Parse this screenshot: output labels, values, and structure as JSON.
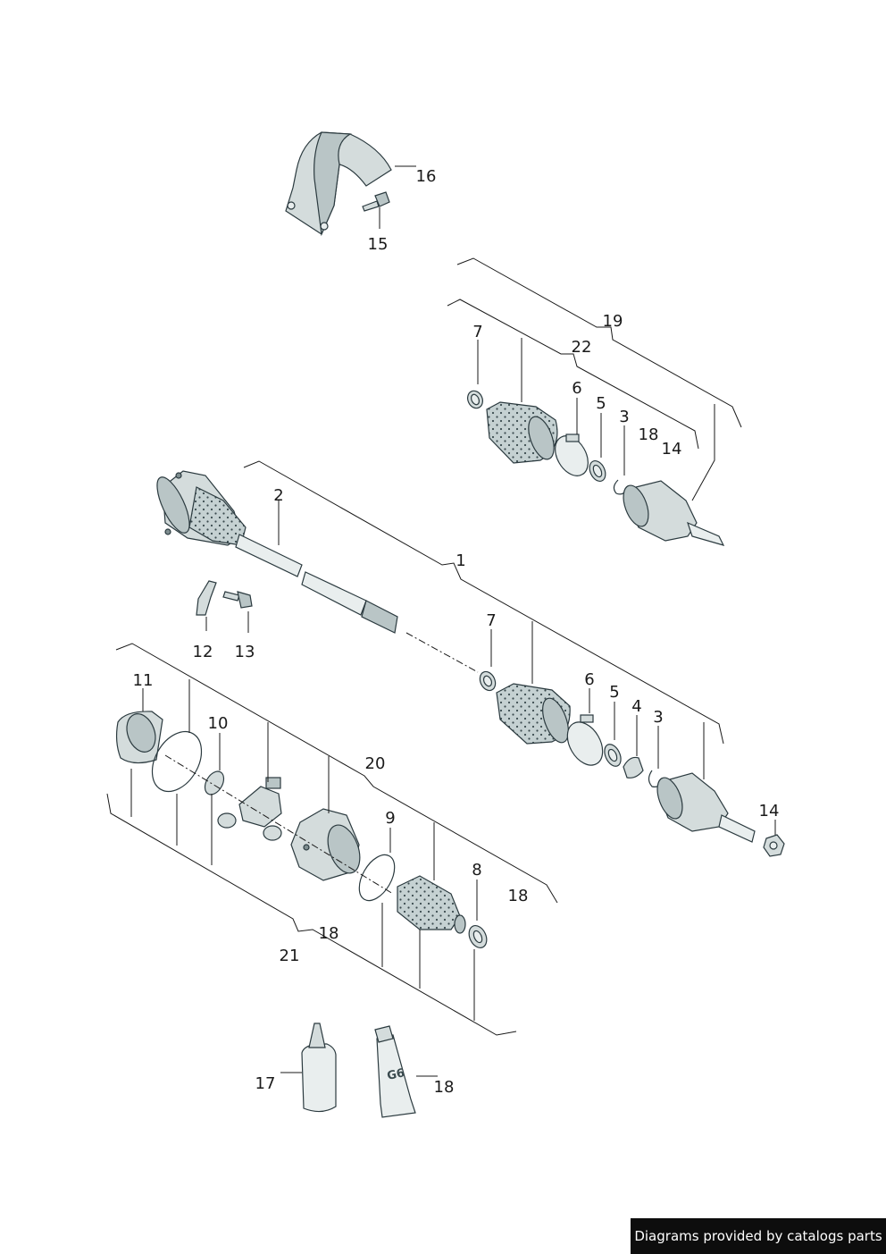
{
  "labels": {
    "l1": "1",
    "l2": "2",
    "l3a": "3",
    "l3b": "3",
    "l4": "4",
    "l5a": "5",
    "l5b": "5",
    "l6a": "6",
    "l6b": "6",
    "l7a": "7",
    "l7b": "7",
    "l8": "8",
    "l9": "9",
    "l10": "10",
    "l11": "11",
    "l12": "12",
    "l13": "13",
    "l14a": "14",
    "l14b": "14",
    "l15": "15",
    "l16": "16",
    "l17": "17",
    "l18a": "18",
    "l18b": "18",
    "l18c": "18",
    "l18d": "18",
    "l19": "19",
    "l20": "20",
    "l21": "21",
    "l22": "22"
  },
  "tube_marking": "G6",
  "credit": "Diagrams provided by catalogs parts"
}
